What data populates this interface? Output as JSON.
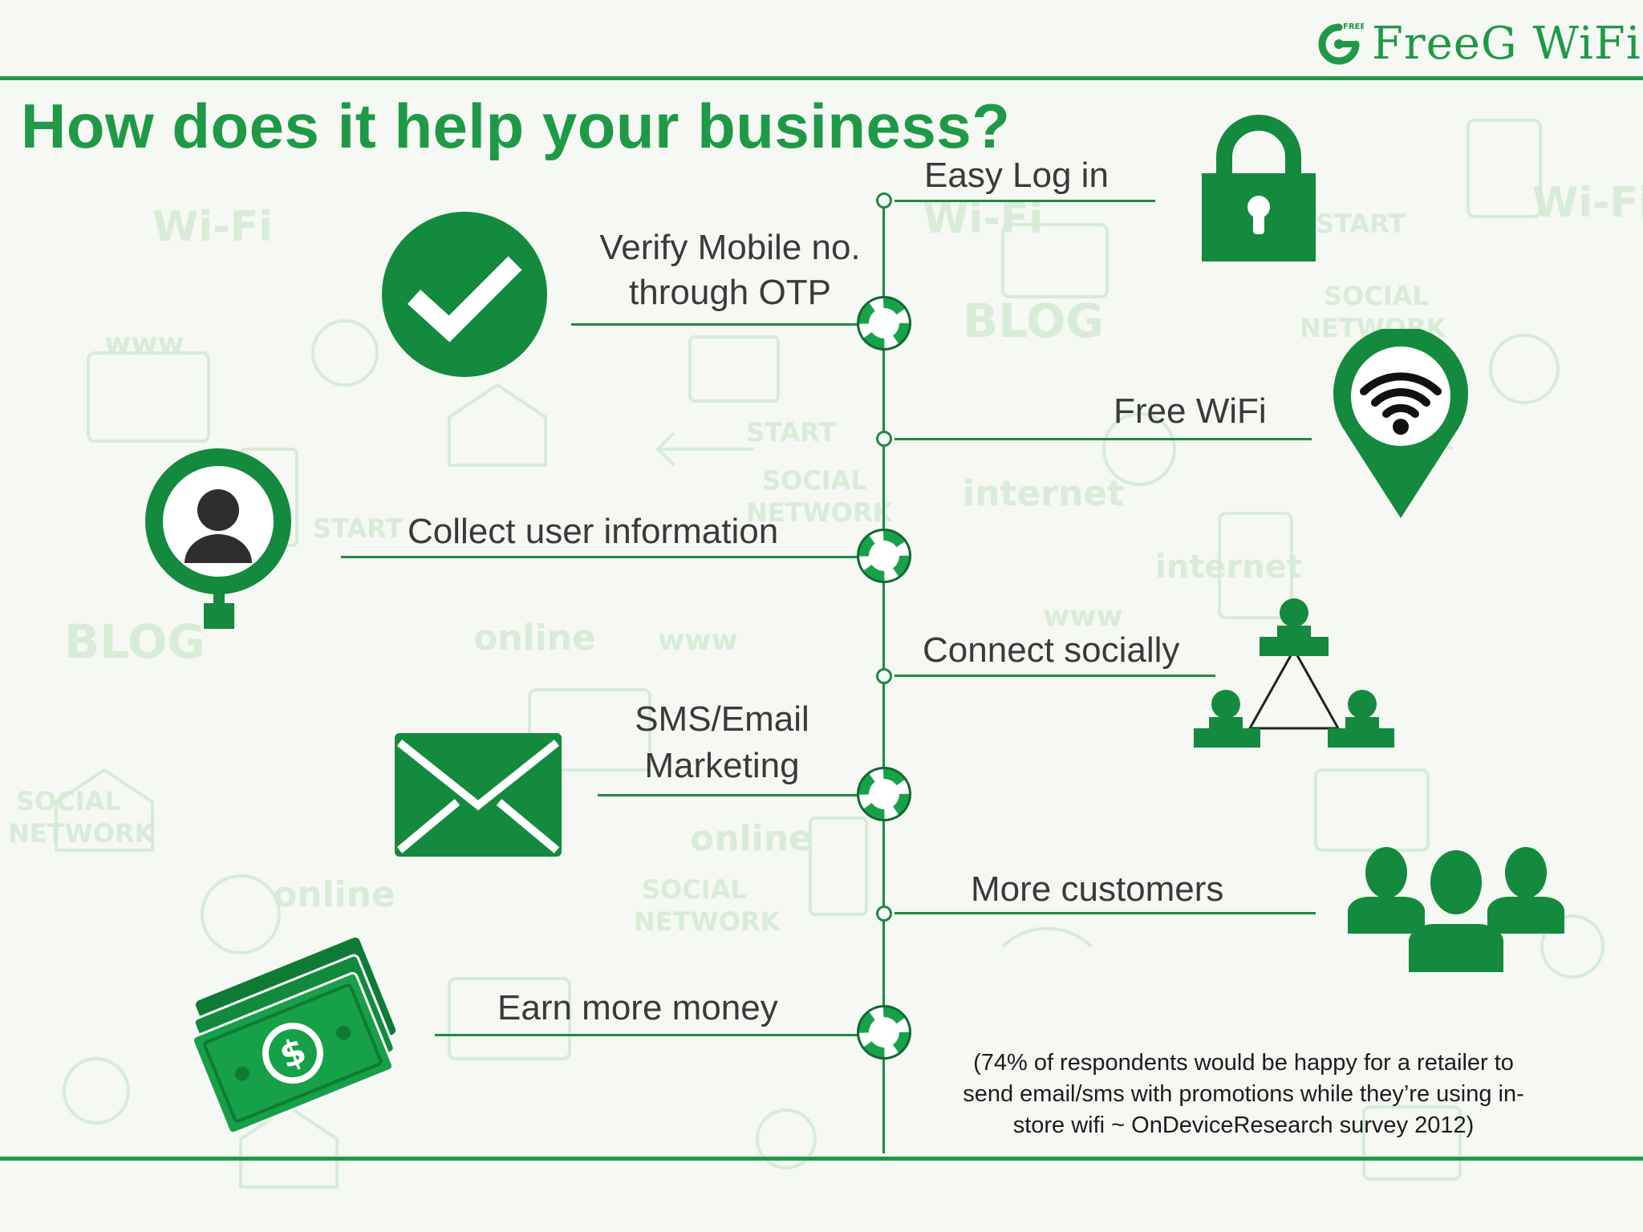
{
  "brand": {
    "name": "FreeG WiFi",
    "badge": "FREE",
    "icon": "freeg-logo-icon"
  },
  "title": "How does it help your business?",
  "features": {
    "easy_login": {
      "label": "Easy Log in",
      "icon": "padlock-icon"
    },
    "verify_mobile": {
      "line1": "Verify Mobile no.",
      "line2": "through OTP",
      "icon": "checkmark-circle-icon"
    },
    "free_wifi": {
      "label": "Free WiFi",
      "icon": "wifi-location-pin-icon"
    },
    "collect_info": {
      "label": "Collect user information",
      "icon": "user-magnifier-icon"
    },
    "connect_socially": {
      "label": "Connect socially",
      "icon": "social-network-icon"
    },
    "sms_email": {
      "line1": "SMS/Email",
      "line2": "Marketing",
      "icon": "envelope-icon"
    },
    "more_customers": {
      "label": "More customers",
      "icon": "group-people-icon"
    },
    "earn_money": {
      "label": "Earn more money",
      "icon": "money-banknotes-icon"
    }
  },
  "footnote": {
    "line1": "(74% of respondents would be happy for a retailer to",
    "line2": "send email/sms with promotions while they’re using in-",
    "line3": "store wifi ~ OnDeviceResearch survey 2012)"
  },
  "colors": {
    "accent": "#1e9a46",
    "dark_green": "#138a3e",
    "text": "#3a3a3a"
  }
}
